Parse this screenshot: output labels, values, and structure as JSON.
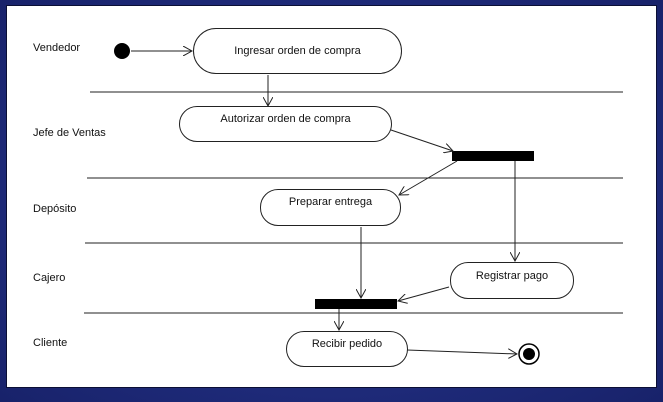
{
  "lanes": [
    {
      "label": "Vendedor"
    },
    {
      "label": "Jefe de Ventas"
    },
    {
      "label": "Depósito"
    },
    {
      "label": "Cajero"
    },
    {
      "label": "Cliente"
    }
  ],
  "activities": {
    "ingresar": "Ingresar orden de compra",
    "autorizar": "Autorizar orden de compra",
    "preparar": "Preparar entrega",
    "registrar": "Registrar pago",
    "recibir": "Recibir pedido"
  },
  "colors": {
    "background": "#1f2d7d",
    "canvas": "#ffffff",
    "line": "#222222"
  }
}
